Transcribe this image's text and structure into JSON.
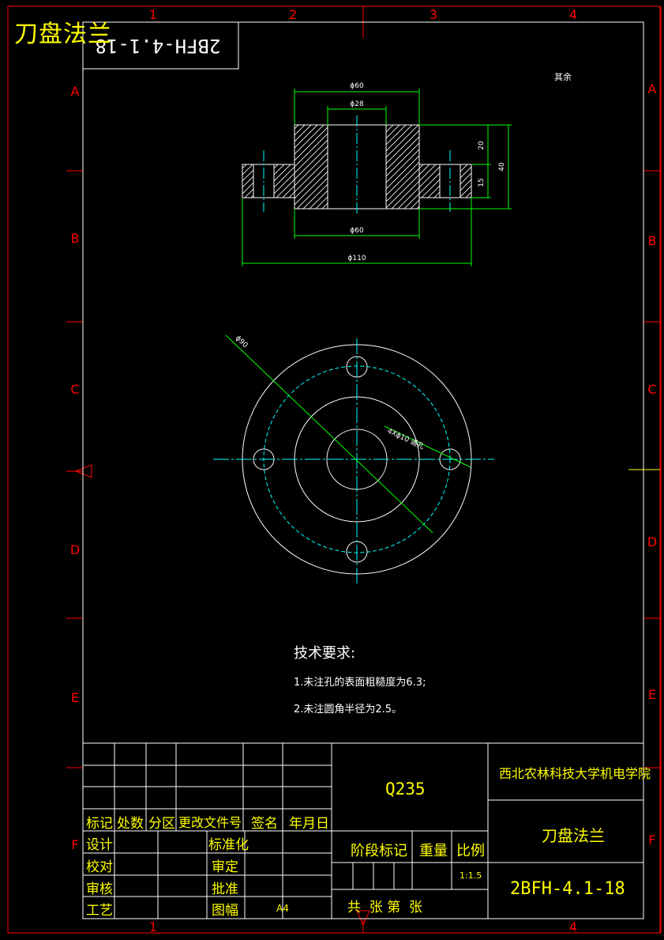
{
  "title": "刀盘法兰",
  "drawing_number": "2BFH-4.1-18",
  "colors": {
    "frame": "#ff0000",
    "outline": "#ffffff",
    "dimension": "#00ff00",
    "centerline": "#00ffff",
    "table_text": "#ffff00"
  },
  "zone_columns": [
    "1",
    "2",
    "3",
    "4"
  ],
  "zone_rows": [
    "A",
    "B",
    "C",
    "D",
    "E",
    "F"
  ],
  "roughness_note": "其余",
  "front_view": {
    "dims": {
      "d60_top": "ϕ60",
      "d28": "ϕ28",
      "d60_bottom": "ϕ60",
      "d110": "ϕ110",
      "h20": "20",
      "h40": "40",
      "h15": "15"
    }
  },
  "top_view": {
    "dims": {
      "d90": "ϕ90",
      "holes": "4Xϕ10 通孔"
    }
  },
  "tech_requirements": {
    "heading": "技术要求:",
    "items": [
      "1.未注孔的表面粗糙度为6.3;",
      "2.未注圆角半径为2.5。"
    ]
  },
  "title_block": {
    "material": "Q235",
    "organization": "西北农林科技大学机电学院",
    "part_name": "刀盘法兰",
    "drawing_number": "2BFH-4.1-18",
    "revision_headers": [
      "标记",
      "处数",
      "分区",
      "更改文件号",
      "签名",
      "年月日"
    ],
    "roles_left": [
      "设计",
      "校对",
      "审核",
      "工艺"
    ],
    "roles_right": [
      "标准化",
      "审定",
      "批准",
      "图幅"
    ],
    "sheet_size": "A4",
    "stage_label": "阶段标记",
    "weight_label": "重量",
    "scale_label": "比例",
    "scale_value": "1:1.5",
    "sheets_line": "共  张 第  张"
  }
}
